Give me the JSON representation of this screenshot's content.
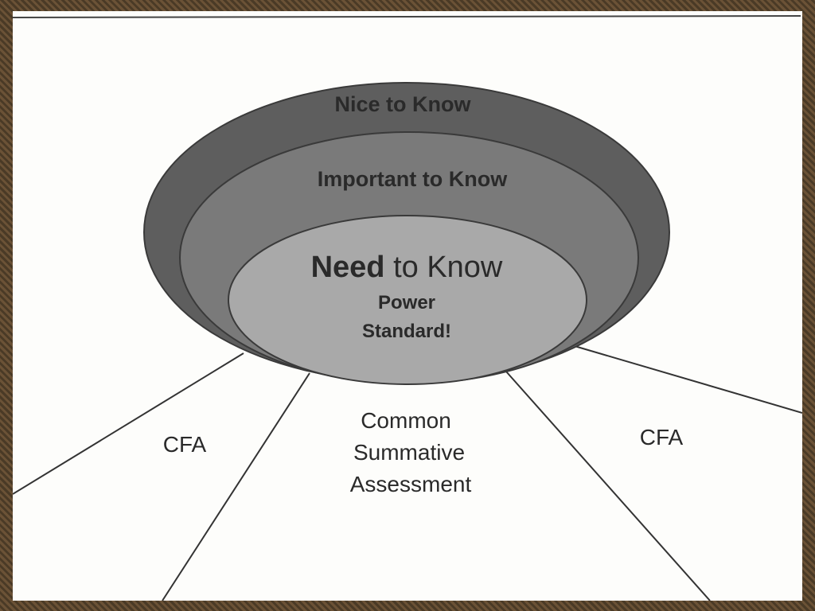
{
  "rings": {
    "outer": {
      "label": "Nice to Know",
      "color": "#5e5e5e"
    },
    "middle": {
      "label": "Important to Know",
      "color": "#7a7a7a"
    },
    "inner": {
      "label_bold": "Need",
      "label_rest": " to Know",
      "sub_line1": "Power",
      "sub_line2": "Standard!",
      "color": "#a9a9a9"
    }
  },
  "sections": {
    "left": "CFA",
    "center_line1": "Common",
    "center_line2": "Summative",
    "center_line3": "Assessment",
    "right": "CFA"
  }
}
